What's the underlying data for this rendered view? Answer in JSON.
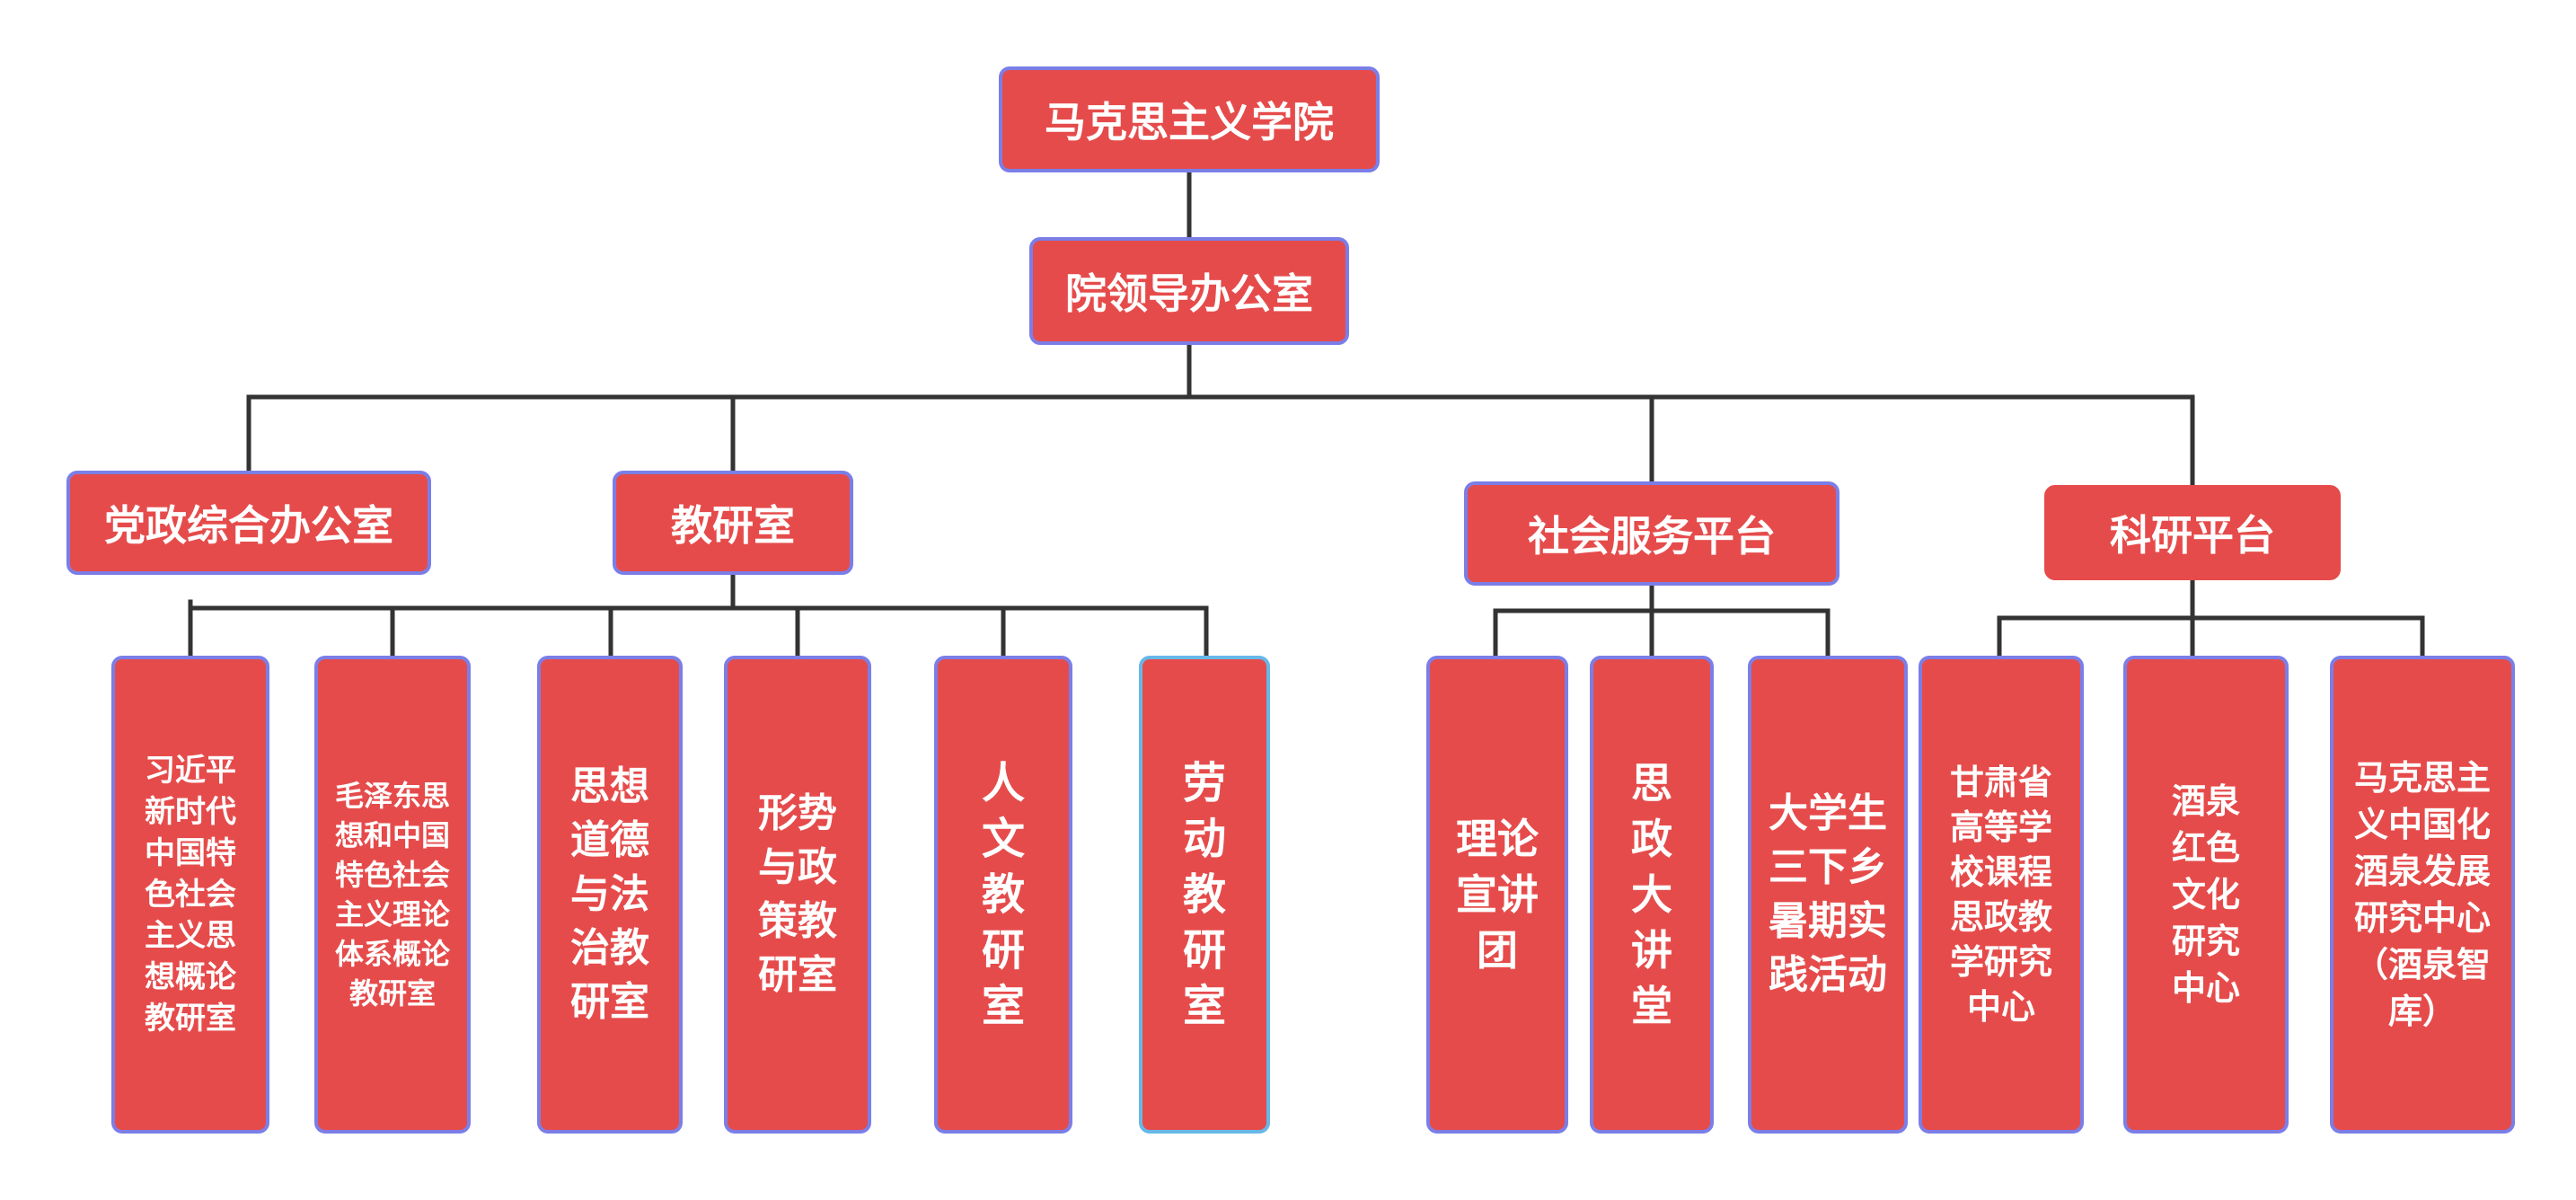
{
  "org_chart": {
    "root": "马克思主义学院",
    "leadership_office": "院领导办公室",
    "departments": [
      "党政综合办公室",
      "教研室",
      "社会服务平台",
      "科研平台"
    ],
    "teaching_offices": [
      "习近平新时代中国特色社会主义思想概论教研室",
      "毛泽东思想和中国特色社会主义理论体系概论教研室",
      "思想道德与法治教研室",
      "形势与政策教研室",
      "人文教研室",
      "劳动教研室"
    ],
    "social_service_units": [
      "理论宣讲团",
      "思政大讲堂",
      "大学生三下乡暑期实践活动"
    ],
    "research_units": [
      "甘肃省高等学校课程思政教学研究中心",
      "酒泉红色文化研究中心",
      "马克思主义中国化酒泉发展研究中心（酒泉智库）"
    ]
  },
  "colors": {
    "box_fill": "#e64b4b",
    "box_border": "#7b7ee6",
    "connector": "#333333"
  }
}
